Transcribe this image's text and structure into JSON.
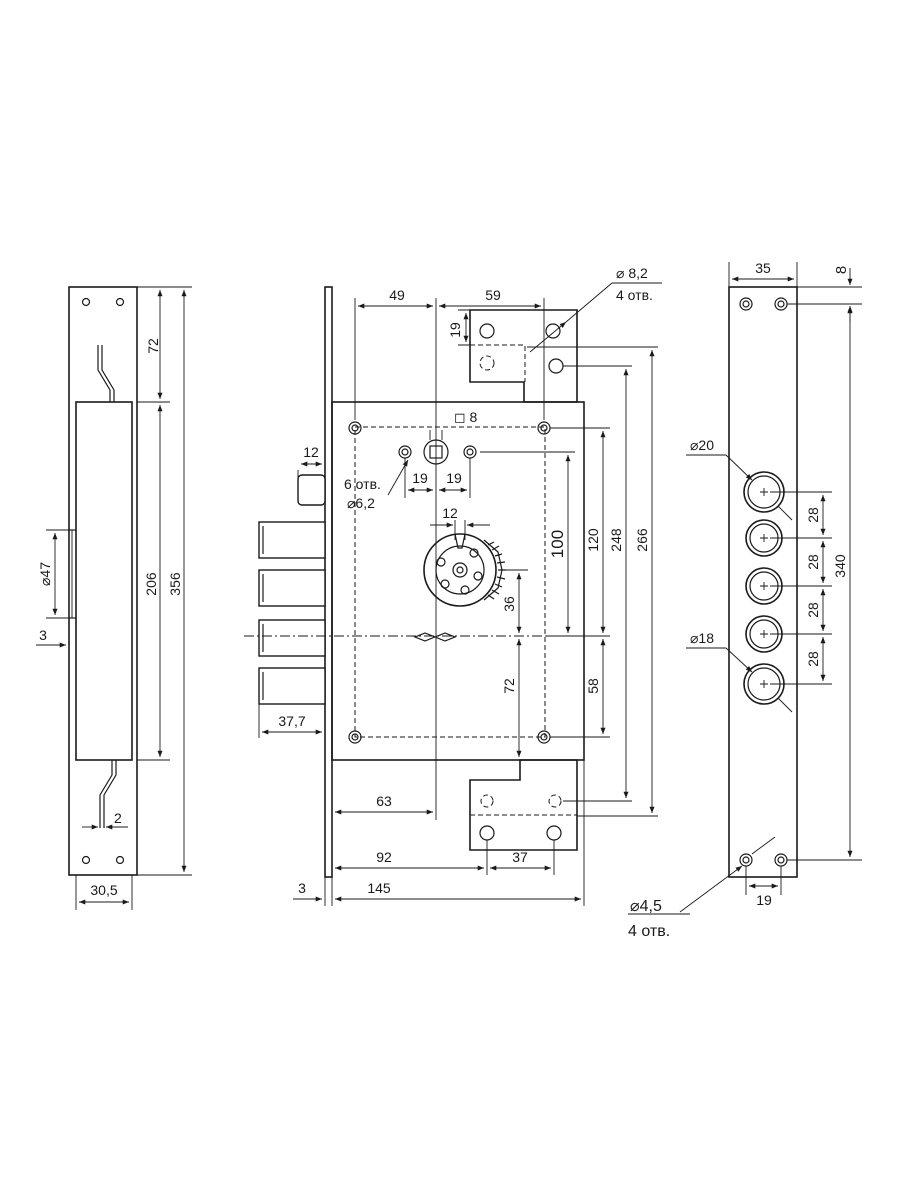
{
  "side_view": {
    "labels": {
      "d47": "⌀47",
      "h72": "72",
      "h206": "206",
      "h356": "356",
      "t3": "3",
      "w2": "2",
      "w30_5": "30,5"
    }
  },
  "front_view": {
    "labels": {
      "w49": "49",
      "w59": "59",
      "h19": "19",
      "sq8": "◻ 8",
      "w12_top": "12",
      "holes6": "6 отв.",
      "d6_2": "⌀6,2",
      "w19a": "19",
      "w19b": "19",
      "w12_cyl": "12",
      "h100": "100",
      "h120": "120",
      "h248": "248",
      "h266": "266",
      "h36": "36",
      "h72": "72",
      "h58": "58",
      "w37_7": "37,7",
      "w63": "63",
      "w92": "92",
      "w37": "37",
      "w3": "3",
      "w145": "145",
      "d8_2": "⌀ 8,2",
      "holes4_top": "4 отв."
    }
  },
  "plate_view": {
    "labels": {
      "w35": "35",
      "h8": "8",
      "d20": "⌀20",
      "d18": "⌀18",
      "p28a": "28",
      "p28b": "28",
      "p28c": "28",
      "p28d": "28",
      "h340": "340",
      "w19": "19",
      "d4_5": "⌀4,5",
      "holes4_bottom": "4 отв."
    }
  }
}
